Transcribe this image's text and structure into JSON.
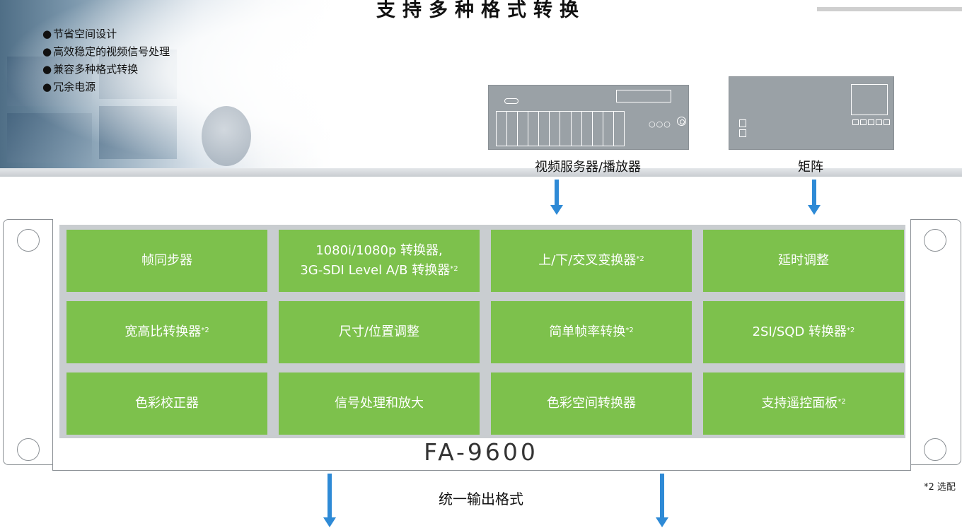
{
  "header": {
    "title": "支持多种格式转换"
  },
  "features": [
    "节省空间设计",
    "高效稳定的视频信号处理",
    "兼容多种格式转换",
    "冗余电源"
  ],
  "devices": {
    "server_label": "视频服务器/播放器",
    "matrix_label": "矩阵"
  },
  "functions": [
    {
      "text": "帧同步器",
      "note": ""
    },
    {
      "text": "1080i/1080p 转换器,\n3G-SDI Level A/B 转换器",
      "note": "*2"
    },
    {
      "text": "上/下/交叉变换器",
      "note": "*2"
    },
    {
      "text": "延时调整",
      "note": ""
    },
    {
      "text": "宽高比转换器",
      "note": "*2"
    },
    {
      "text": "尺寸/位置调整",
      "note": ""
    },
    {
      "text": "简单帧率转换",
      "note": "*2"
    },
    {
      "text": "2SI/SQD 转换器",
      "note": "*2"
    },
    {
      "text": "色彩校正器",
      "note": ""
    },
    {
      "text": "信号处理和放大",
      "note": ""
    },
    {
      "text": "色彩空间转换器",
      "note": ""
    },
    {
      "text": "支持遥控面板",
      "note": "*2"
    }
  ],
  "model": "FA-9600",
  "output_label": "统一输出格式",
  "footnote": "*2 选配",
  "colors": {
    "accent": "#7dc14c",
    "arrow": "#2e8ad6",
    "device": "#9aa1a6"
  }
}
